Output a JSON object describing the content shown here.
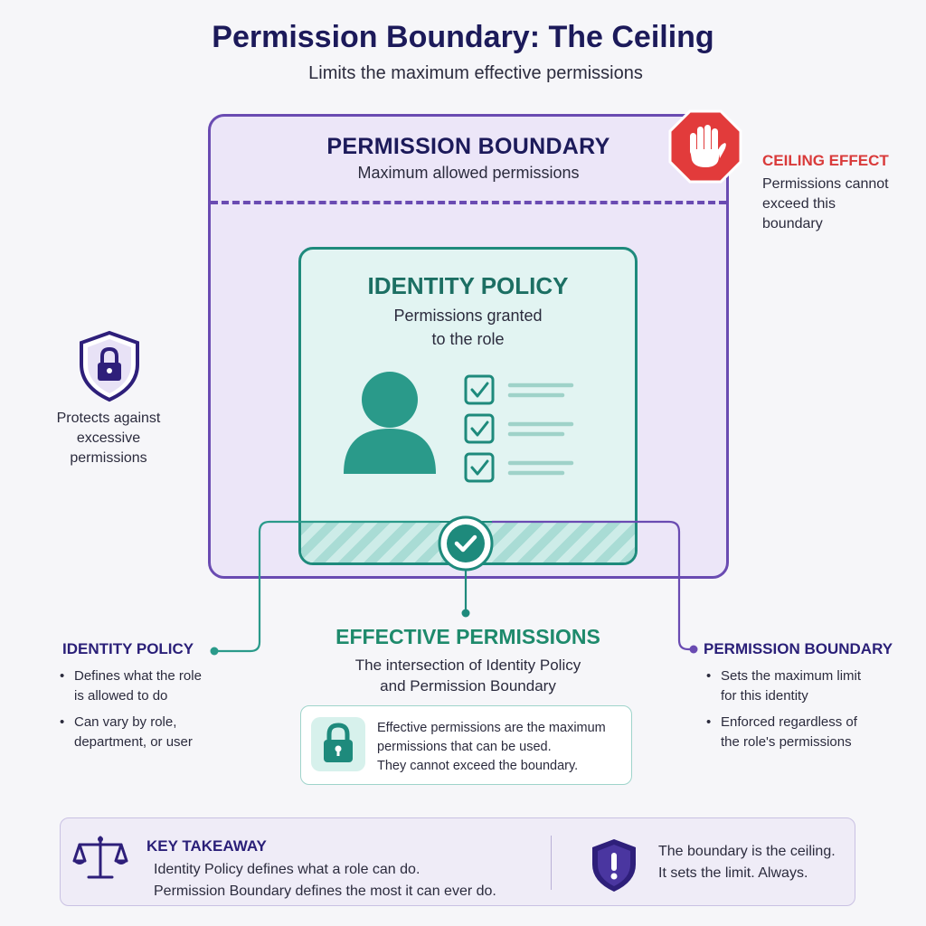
{
  "header": {
    "title": "Permission Boundary: The Ceiling",
    "subtitle": "Limits the maximum effective permissions"
  },
  "boundary_box": {
    "title": "PERMISSION BOUNDARY",
    "subtitle": "Maximum allowed permissions"
  },
  "identity_card": {
    "title": "IDENTITY POLICY",
    "subtitle_line1": "Permissions granted",
    "subtitle_line2": "to the role"
  },
  "ceiling": {
    "heading": "CEILING EFFECT",
    "line1": "Permissions cannot",
    "line2": "exceed this",
    "line3": "boundary"
  },
  "protect": {
    "line1": "Protects against",
    "line2": "excessive",
    "line3": "permissions"
  },
  "left_column": {
    "heading": "IDENTITY POLICY",
    "items": [
      {
        "line1": "Defines what the role",
        "line2": "is allowed to do"
      },
      {
        "line1": "Can vary by role,",
        "line2": "department, or user"
      }
    ]
  },
  "center_column": {
    "heading": "EFFECTIVE PERMISSIONS",
    "line1": "The intersection of Identity Policy",
    "line2": "and Permission Boundary",
    "note_line1": "Effective permissions are the maximum",
    "note_line2": "permissions that can be used.",
    "note_line3": "They cannot exceed the boundary."
  },
  "right_column": {
    "heading": "PERMISSION BOUNDARY",
    "items": [
      {
        "line1": "Sets the maximum limit",
        "line2": "for this identity"
      },
      {
        "line1": "Enforced regardless of",
        "line2": "the role's permissions"
      }
    ]
  },
  "takeaway": {
    "heading": "KEY TAKEAWAY",
    "line1": "Identity Policy defines what a role can do.",
    "line2": "Permission Boundary defines the most it can ever do.",
    "right_line1": "The boundary is the ceiling.",
    "right_line2": "It sets the limit. Always."
  },
  "colors": {
    "boundary": "#6a4bb2",
    "identity": "#1e8a7c",
    "ceiling": "#d93a3a",
    "navy": "#1c1a5a"
  },
  "icons": [
    "stop-hand-icon",
    "shield-lock-icon",
    "user-icon",
    "checklist-icon",
    "check-circle-icon",
    "padlock-icon",
    "scales-icon",
    "shield-alert-icon"
  ]
}
